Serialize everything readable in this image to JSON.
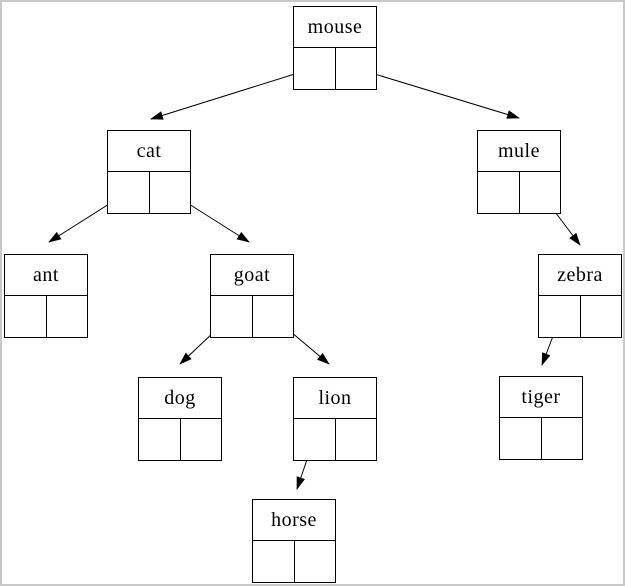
{
  "figure": {
    "type": "binary-search-tree-diagram",
    "background_color": "#ffffff",
    "frame_color": "#c8c8c8",
    "line_color": "#000000"
  },
  "nodes": {
    "mouse": {
      "label": "mouse"
    },
    "cat": {
      "label": "cat"
    },
    "mule": {
      "label": "mule"
    },
    "ant": {
      "label": "ant"
    },
    "goat": {
      "label": "goat"
    },
    "zebra": {
      "label": "zebra"
    },
    "dog": {
      "label": "dog"
    },
    "lion": {
      "label": "lion"
    },
    "tiger": {
      "label": "tiger"
    },
    "horse": {
      "label": "horse"
    }
  },
  "tree": {
    "root": "mouse",
    "edges": [
      {
        "from": "mouse",
        "pointer": "left",
        "to": "cat"
      },
      {
        "from": "mouse",
        "pointer": "right",
        "to": "mule"
      },
      {
        "from": "cat",
        "pointer": "left",
        "to": "ant"
      },
      {
        "from": "cat",
        "pointer": "right",
        "to": "goat"
      },
      {
        "from": "goat",
        "pointer": "left",
        "to": "dog"
      },
      {
        "from": "goat",
        "pointer": "right",
        "to": "lion"
      },
      {
        "from": "lion",
        "pointer": "left",
        "to": "horse"
      },
      {
        "from": "mule",
        "pointer": "right",
        "to": "zebra"
      },
      {
        "from": "zebra",
        "pointer": "left",
        "to": "tiger"
      }
    ]
  }
}
